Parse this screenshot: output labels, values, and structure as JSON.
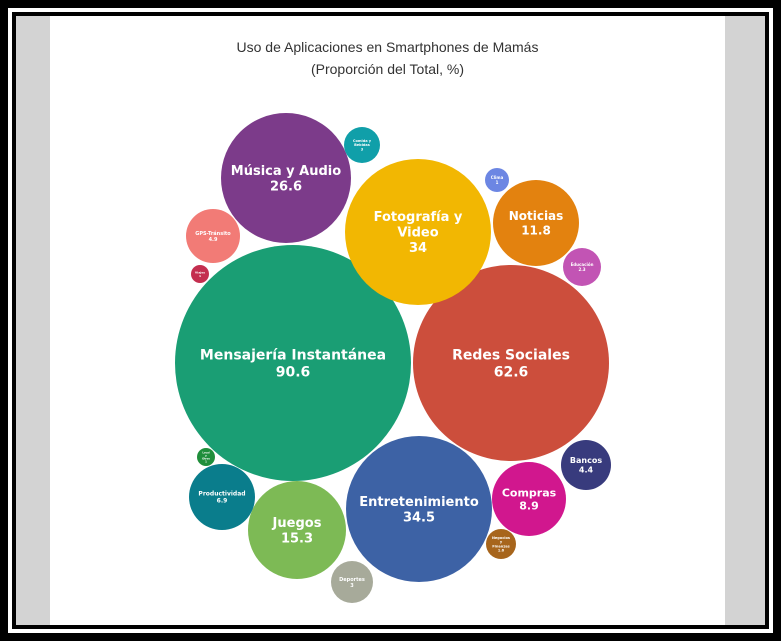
{
  "chart_data": {
    "type": "bubble",
    "title": "Uso de Aplicaciones en Smartphones de Mamás",
    "subtitle": "(Proporción del Total, %)",
    "series": [
      {
        "name": "Mensajería Instantánea",
        "value": "90.6",
        "color": "#1a9e74"
      },
      {
        "name": "Redes Sociales",
        "value": "62.6",
        "color": "#cc4e3c"
      },
      {
        "name": "Entretenimiento",
        "value": "34.5",
        "color": "#3d62a5"
      },
      {
        "name": "Fotografía y Video",
        "value": "34",
        "color": "#f2b702"
      },
      {
        "name": "Música y Audio",
        "value": "26.6",
        "color": "#7c3b8a"
      },
      {
        "name": "Juegos",
        "value": "15.3",
        "color": "#7dba55"
      },
      {
        "name": "Noticias",
        "value": "11.8",
        "color": "#e3820f"
      },
      {
        "name": "Compras",
        "value": "8.9",
        "color": "#d1178e"
      },
      {
        "name": "Productividad",
        "value": "6.9",
        "color": "#0a7d8c"
      },
      {
        "name": "GPS-Tránsito",
        "value": "4.9",
        "color": "#f27b76"
      },
      {
        "name": "Bancos",
        "value": "4.4",
        "color": "#383b7d"
      },
      {
        "name": "Deportes",
        "value": "3",
        "color": "#a7aa9a"
      },
      {
        "name": "Comida y Bebidas",
        "value": "3",
        "color": "#109fa9"
      },
      {
        "name": "Educación",
        "value": "2.3",
        "color": "#c254b4"
      },
      {
        "name": "Negocios y Finanzas",
        "value": "1.6",
        "color": "#a7651c"
      },
      {
        "name": "Clima",
        "value": "1",
        "color": "#6c86e3"
      },
      {
        "name": "Viajes",
        "value": "1",
        "color": "#c42e4f"
      },
      {
        "name": "Local y Otros",
        "value": "1",
        "color": "#1f8e3b"
      }
    ]
  }
}
